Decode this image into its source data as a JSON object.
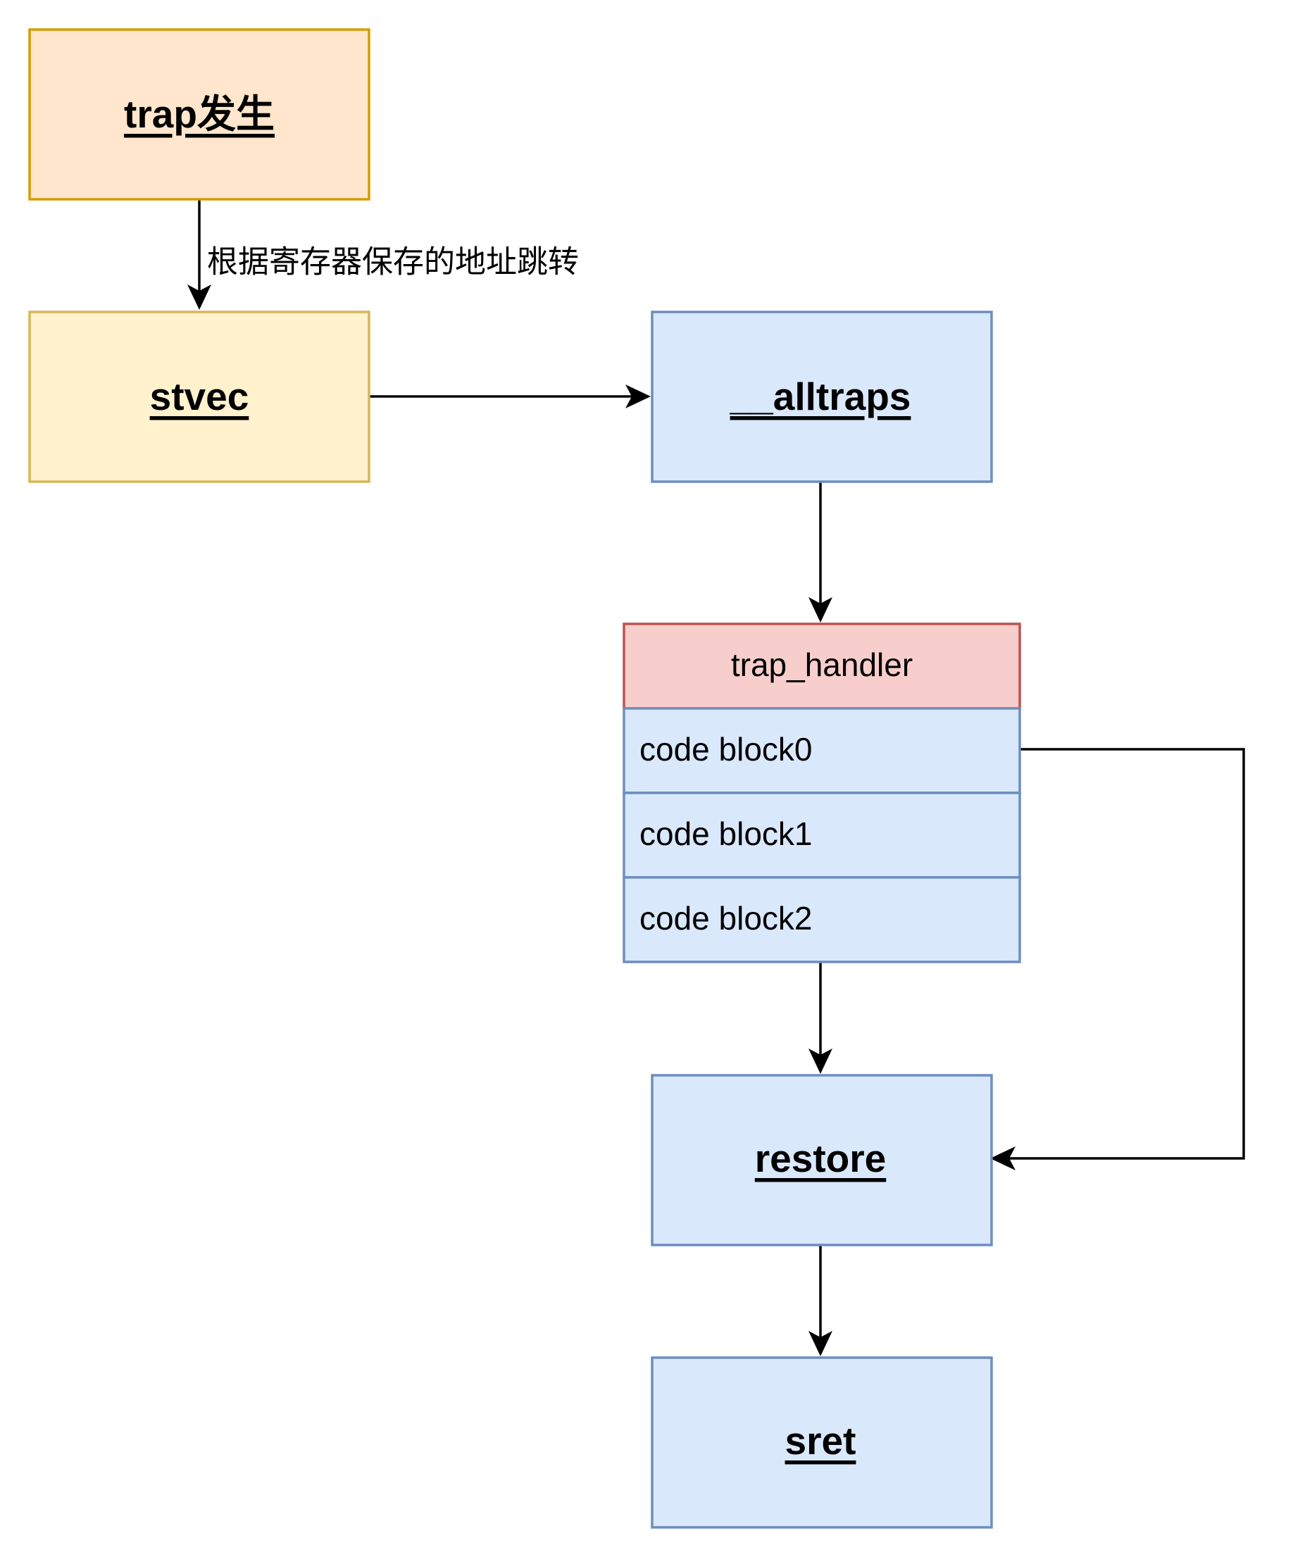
{
  "nodes": {
    "trap_occurs": {
      "label": "trap发生",
      "fill": "#ffe6cc",
      "stroke": "#d79b00"
    },
    "stvec": {
      "label": "stvec",
      "fill": "#fff2cc",
      "stroke": "#d6b656"
    },
    "alltraps": {
      "label": "__alltraps",
      "fill": "#dae8fc",
      "stroke": "#6c8ebf"
    },
    "trap_handler": {
      "header": "trap_handler",
      "header_fill": "#f8cecc",
      "header_stroke": "#b85450",
      "rows": [
        "code block0",
        "code block1",
        "code block2"
      ],
      "row_fill": "#dae8fc",
      "row_stroke": "#6c8ebf"
    },
    "restore": {
      "label": "restore",
      "fill": "#dae8fc",
      "stroke": "#6c8ebf"
    },
    "sret": {
      "label": "sret",
      "fill": "#dae8fc",
      "stroke": "#6c8ebf"
    }
  },
  "edges": {
    "trap_to_stvec_label": "根据寄存器保存的地址跳转"
  },
  "colors": {
    "edge": "#000000",
    "background": "#ffffff"
  }
}
